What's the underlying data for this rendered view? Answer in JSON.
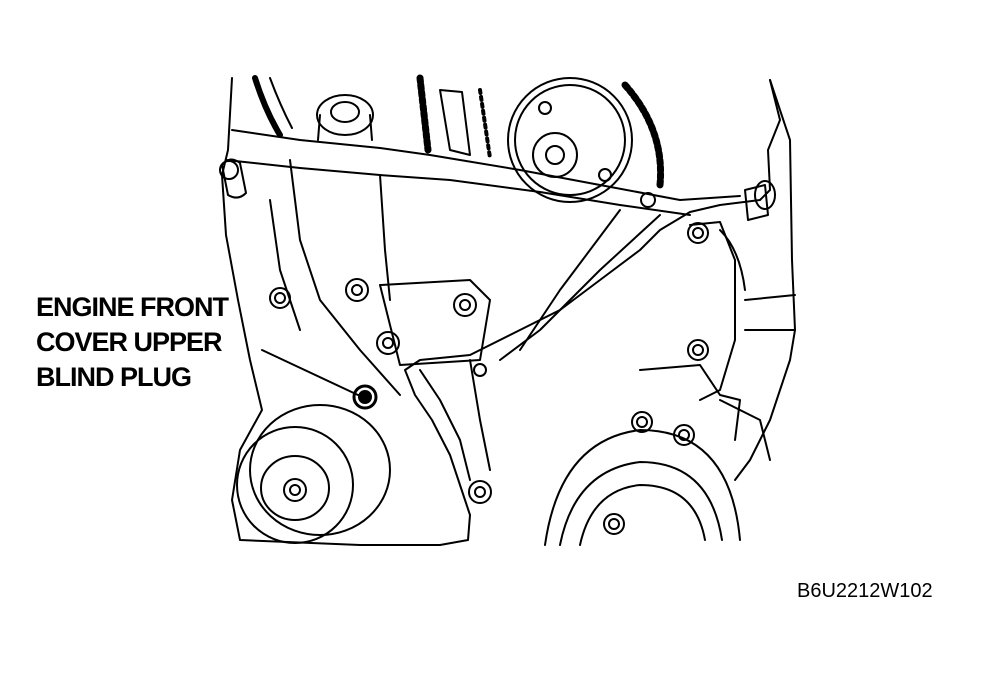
{
  "callout": {
    "lines": [
      "ENGINE FRONT",
      "COVER UPPER",
      "BLIND PLUG"
    ]
  },
  "figure_id": "B6U2212W102",
  "colors": {
    "ink": "#000000",
    "paper": "#ffffff"
  }
}
